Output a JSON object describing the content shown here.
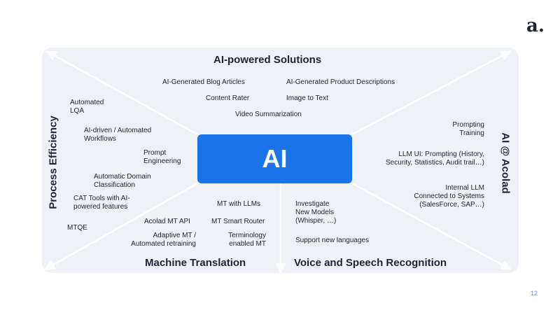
{
  "logo": "a.",
  "center_label": "AI",
  "quadrants": {
    "top": {
      "title": "AI-powered Solutions",
      "items": [
        "AI-Generated Blog Articles",
        "AI-Generated Product Descriptions",
        "Content Rater",
        "Image to Text",
        "Video Summarization"
      ]
    },
    "left": {
      "title": "Process Efficiency",
      "items": [
        [
          "Automated",
          "LQA"
        ],
        [
          "AI-driven / Automated",
          "Workflows"
        ],
        [
          "Prompt",
          "Engineering"
        ],
        [
          "Automatic Domain",
          "Classification"
        ],
        [
          "CAT Tools with AI-",
          "powered features"
        ],
        [
          "MTQE"
        ]
      ]
    },
    "right": {
      "title": "AI @ Acolad",
      "items": [
        [
          "Prompting",
          "Training"
        ],
        [
          "LLM UI: Prompting (History,",
          "Security, Statistics, Audit trail…)"
        ],
        [
          "Internal LLM",
          "Connected to Systems",
          "(SalesForce, SAP…)"
        ]
      ]
    },
    "bottom_left": {
      "title": "Machine Translation",
      "items": [
        [
          "MT with LLMs"
        ],
        [
          "Acolad MT API"
        ],
        [
          "MT Smart Router"
        ],
        [
          "Adaptive MT /",
          "Automated retraining"
        ],
        [
          "Terminology",
          "enabled MT"
        ]
      ]
    },
    "bottom_right": {
      "title": "Voice and Speech Recognition",
      "items": [
        [
          "Investigate",
          "New Models",
          "(Whisper, …)"
        ],
        [
          "Support new languages"
        ]
      ]
    }
  },
  "page_number": "12",
  "colors": {
    "accent": "#1a73e8",
    "panel": "#eef1f6",
    "text": "#1e2433",
    "lines": "#ffffff"
  }
}
